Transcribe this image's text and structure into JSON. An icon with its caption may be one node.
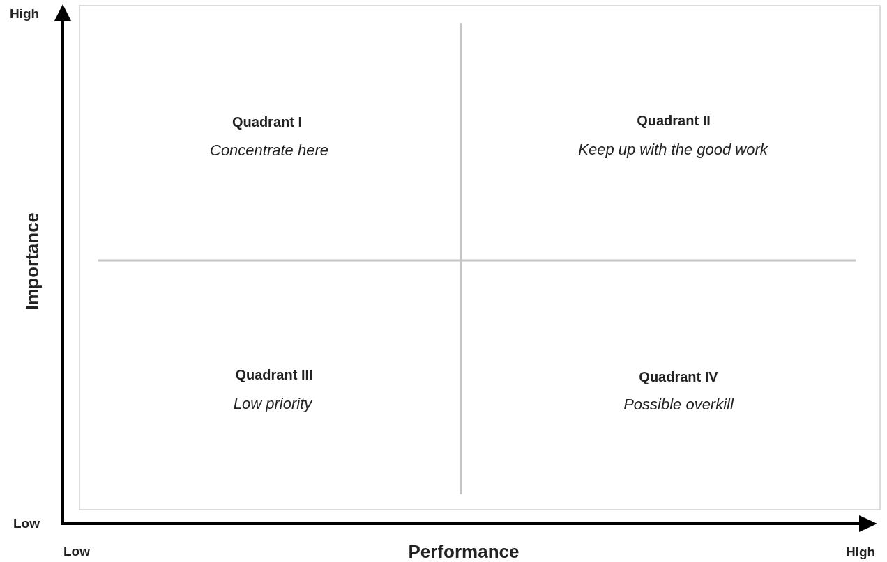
{
  "diagram": {
    "labels": [
      "High",
      "Quadrant I",
      "Concentrate here",
      "Quadrant II",
      "Keep up with the good work",
      "Importance",
      "Quadrant III",
      "Low priority",
      "Quadrant IV",
      "Possible overkill",
      "Low",
      "Low",
      "Performance",
      "High"
    ]
  }
}
